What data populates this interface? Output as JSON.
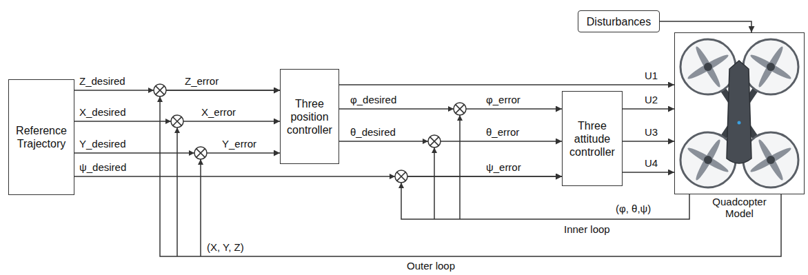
{
  "diagram": {
    "nodes": [
      {
        "text": [
          "Reference Trajectory"
        ]
      },
      {
        "text": [
          "Disturbances"
        ]
      },
      {
        "text": [
          "Three position controller"
        ]
      },
      {
        "text": [
          "Three attitude controller"
        ]
      },
      {
        "text": [
          "Quadcopter Model"
        ]
      }
    ],
    "edges": [
      {
        "from": 0,
        "to": 2,
        "arrow": "to",
        "label": "Z_error"
      },
      {
        "from": 0,
        "to": 2,
        "arrow": "to",
        "label": "X_error"
      },
      {
        "from": 0,
        "to": 2,
        "arrow": "to",
        "label": "Y_error"
      },
      {
        "from": 0,
        "to": 3,
        "arrow": "to",
        "label": "ψ_error"
      },
      {
        "from": 2,
        "to": 3,
        "arrow": "to",
        "label": "φ_error"
      },
      {
        "from": 2,
        "to": 3,
        "arrow": "to",
        "label": "θ_error"
      },
      {
        "from": 2,
        "to": 4,
        "arrow": "to",
        "label": "U1"
      },
      {
        "from": 3,
        "to": 4,
        "arrow": "to",
        "label": "U2"
      },
      {
        "from": 3,
        "to": 4,
        "arrow": "to",
        "label": "U3"
      },
      {
        "from": 3,
        "to": 4,
        "arrow": "to",
        "label": "U4"
      },
      {
        "from": 1,
        "to": 4,
        "arrow": "to"
      },
      {
        "from": 4,
        "to": 3,
        "arrow": "to",
        "label": "(φ, θ,ψ)"
      },
      {
        "from": 4,
        "to": 2,
        "arrow": "to",
        "label": "(X, Y, Z)"
      }
    ],
    "labels": [
      "Z_desired",
      "X_desired",
      "Y_desired",
      "ψ_desired",
      "φ_desired",
      "θ_desired",
      "Inner loop",
      "Outer loop"
    ]
  }
}
